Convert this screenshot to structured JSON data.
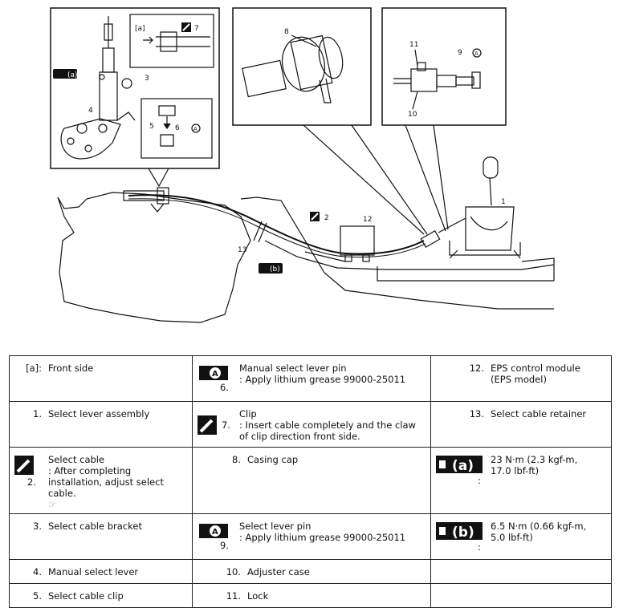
{
  "callouts": {
    "n1": "1",
    "n2": "2",
    "n3": "3",
    "n4": "4",
    "n5": "5",
    "n6": "6",
    "n7": "7",
    "n8": "8",
    "n9": "9",
    "n10": "10",
    "n11": "11",
    "n12": "12",
    "n13": "13",
    "front": "[a]",
    "torque_a": "(a)",
    "torque_b": "(b)",
    "icon_a": "A"
  },
  "legend": {
    "r1": {
      "c1": {
        "num": "[a]:",
        "text": "Front side"
      },
      "c2": {
        "num": "6.",
        "line1": "Manual select lever pin",
        "line2": ": Apply lithium grease 99000-25011",
        "icon": "grease-icon"
      },
      "c3": {
        "num": "12.",
        "line1": "EPS control module",
        "line2": "(EPS model)"
      }
    },
    "r2": {
      "c1": {
        "num": "1.",
        "text": "Select lever assembly"
      },
      "c2": {
        "num": "7.",
        "line1": "Clip",
        "line2": ": Insert cable completely and the claw of clip direction front side.",
        "icon": "clip-insert-icon"
      },
      "c3": {
        "num": "13.",
        "text": "Select cable retainer"
      }
    },
    "r3": {
      "c1": {
        "num": "2.",
        "line1": "Select cable",
        "line2": ": After completing installation, adjust select cable.",
        "icon": "adjust-icon"
      },
      "c2": {
        "num": "8.",
        "text": "Casing cap"
      },
      "c3": {
        "num": ":",
        "line1": "23 N·m (2.3 kgf-m,",
        "line2": "17.0 lbf-ft)",
        "icon": "torque-a-icon"
      }
    },
    "r4": {
      "c1": {
        "num": "3.",
        "text": "Select cable bracket"
      },
      "c2": {
        "num": "9.",
        "line1": "Select lever pin",
        "line2": ": Apply lithium grease 99000-25011",
        "icon": "grease-icon"
      },
      "c3": {
        "num": ":",
        "line1": "6.5 N·m (0.66 kgf-m,",
        "line2": "5.0 lbf-ft)",
        "icon": "torque-b-icon"
      }
    },
    "r5": {
      "c1": {
        "num": "4.",
        "text": "Manual select lever"
      },
      "c2": {
        "num": "10.",
        "text": "Adjuster case"
      }
    },
    "r6": {
      "c1": {
        "num": "5.",
        "text": "Select cable clip"
      },
      "c2": {
        "num": "11.",
        "text": "Lock"
      }
    }
  }
}
